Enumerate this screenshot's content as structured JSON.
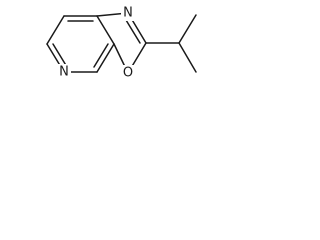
{
  "molecule": {
    "atoms": [
      {
        "id": "n3",
        "label": "N"
      },
      {
        "id": "n5",
        "label": "N"
      },
      {
        "id": "o1",
        "label": "O"
      }
    ],
    "colors": {
      "bond": "#1a1a1a",
      "label": "#1a1a1a",
      "background": "#ffffff"
    }
  }
}
